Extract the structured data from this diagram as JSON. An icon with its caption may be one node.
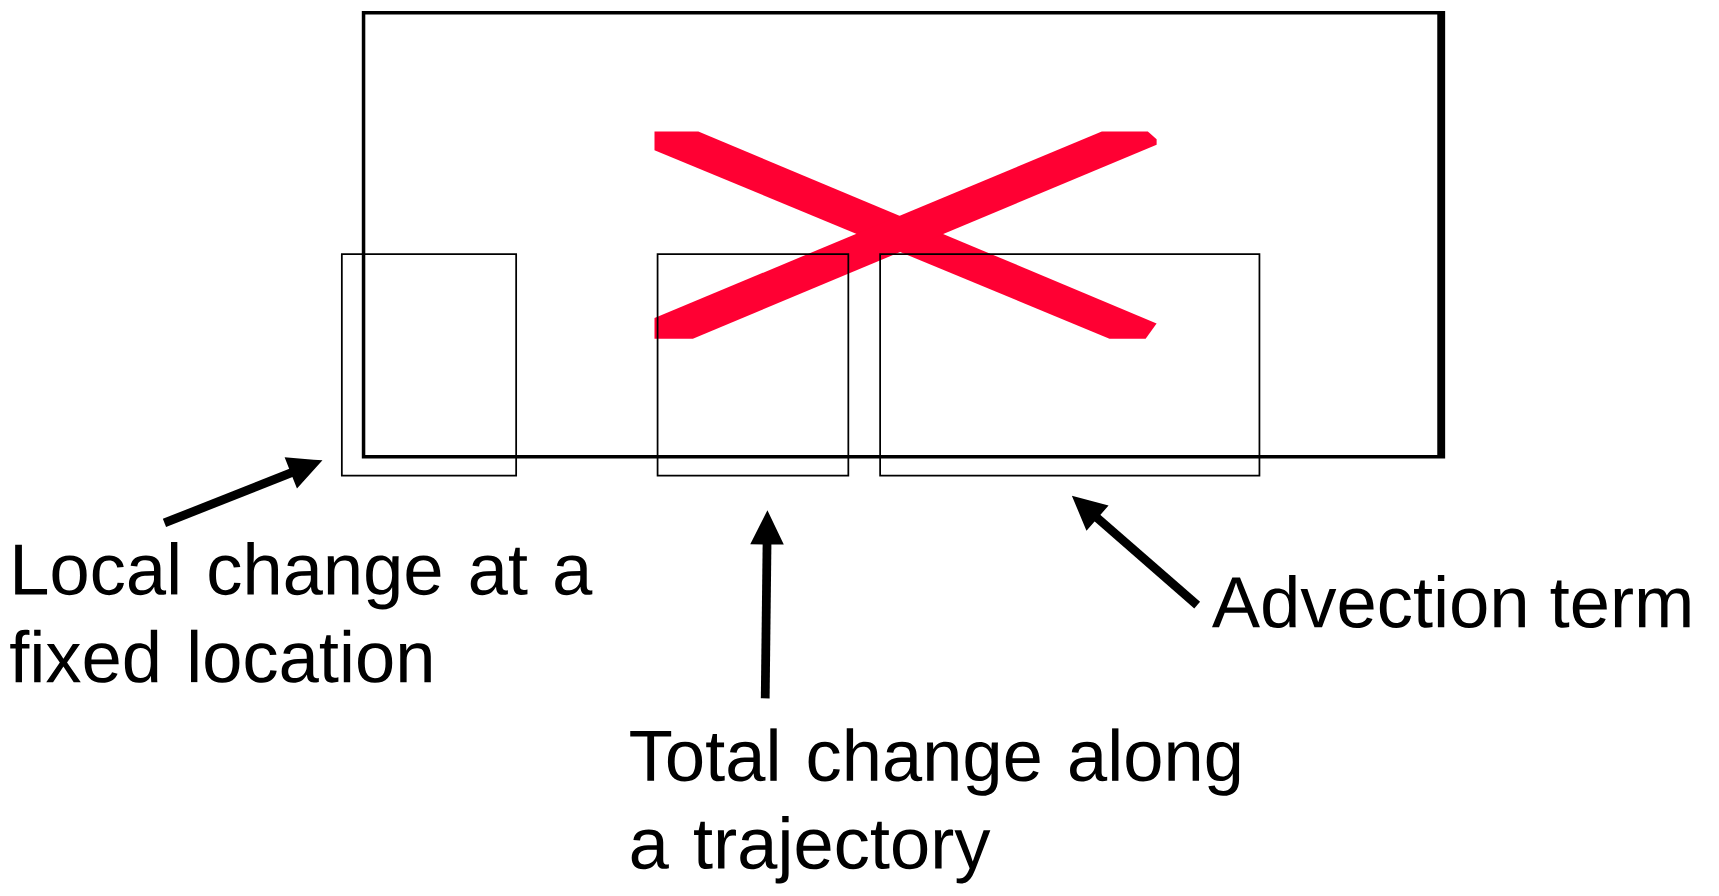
{
  "diagram": {
    "nodes": [
      {
        "text": [],
        "shape": "box"
      },
      {
        "text": [],
        "shape": "box"
      },
      {
        "text": [],
        "shape": "box"
      },
      {
        "text": [],
        "shape": "box"
      },
      {
        "text": [
          "Local change at a fixed location"
        ]
      },
      {
        "text": [
          "Total change along a trajectory"
        ]
      },
      {
        "text": [
          "Advection term"
        ]
      }
    ],
    "edges": [
      {
        "from": 4,
        "to": 1,
        "arrow": "to"
      },
      {
        "from": 5,
        "to": 2,
        "arrow": "to"
      },
      {
        "from": 6,
        "to": 3,
        "arrow": "to"
      }
    ]
  }
}
